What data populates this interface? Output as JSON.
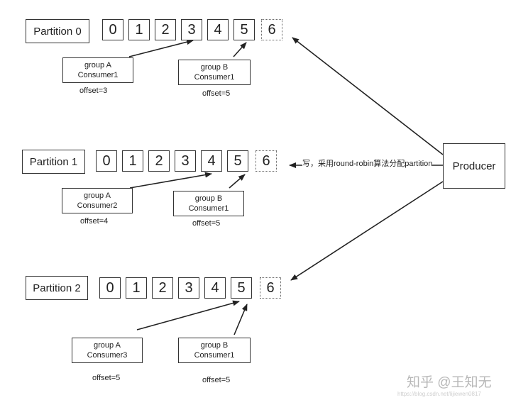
{
  "partitions": [
    {
      "label": "Partition 0",
      "cells": [
        "0",
        "1",
        "2",
        "3",
        "4",
        "5",
        "6"
      ],
      "consumers": [
        {
          "group": "group A",
          "consumer": "Consumer1",
          "offset": "offset=3"
        },
        {
          "group": "group B",
          "consumer": "Consumer1",
          "offset": "offset=5"
        }
      ]
    },
    {
      "label": "Partition 1",
      "cells": [
        "0",
        "1",
        "2",
        "3",
        "4",
        "5",
        "6"
      ],
      "consumers": [
        {
          "group": "group A",
          "consumer": "Consumer2",
          "offset": "offset=4"
        },
        {
          "group": "group B",
          "consumer": "Consumer1",
          "offset": "offset=5"
        }
      ]
    },
    {
      "label": "Partition 2",
      "cells": [
        "0",
        "1",
        "2",
        "3",
        "4",
        "5",
        "6"
      ],
      "consumers": [
        {
          "group": "group A",
          "consumer": "Consumer3",
          "offset": "offset=5"
        },
        {
          "group": "group B",
          "consumer": "Consumer1",
          "offset": "offset=5"
        }
      ]
    }
  ],
  "producer": {
    "label": "Producer",
    "write_label": "写，采用round-robin算法分配partition"
  },
  "watermark": {
    "text": "知乎 @王知无",
    "url": "https://blog.csdn.net/lijiewen0817"
  },
  "colors": {
    "line": "#222222",
    "border": "#333333"
  }
}
